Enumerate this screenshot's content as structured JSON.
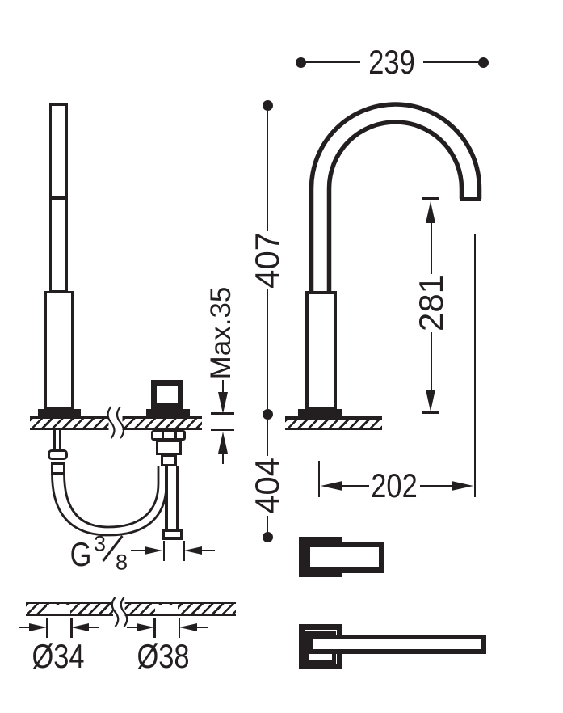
{
  "colors": {
    "ink": "#231f20",
    "paper": "#ffffff"
  },
  "dimensions": {
    "overall_depth": "239",
    "height_above_counter": "407",
    "height_below_counter": "404",
    "outlet_height": "281",
    "spout_reach": "202",
    "max_counter_thickness": "Max.35",
    "supply_thread_letter": "G",
    "supply_thread_numerator": "3",
    "supply_thread_denominator": "8",
    "mounting_hole_left": "Ø34",
    "mounting_hole_right": "Ø38"
  }
}
